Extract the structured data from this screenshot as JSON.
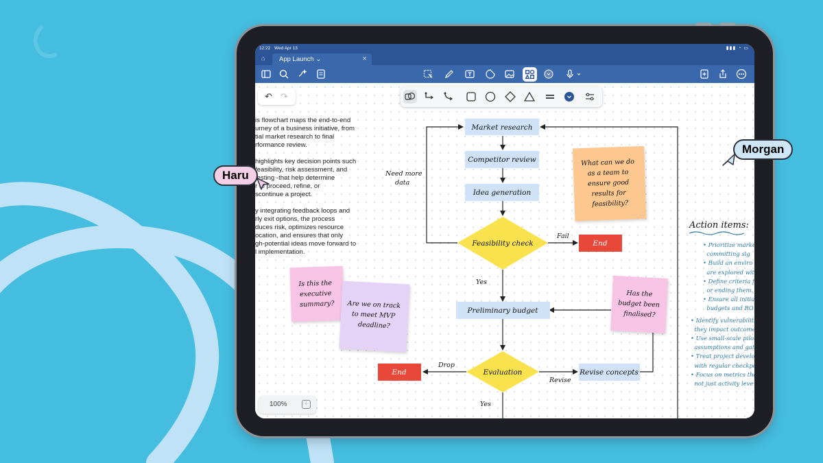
{
  "status_bar": {
    "time": "12:22",
    "date": "Wed Apr 13"
  },
  "tab": {
    "title": "App Launch",
    "close_icon": "close-icon"
  },
  "zoom": "100%",
  "description_paragraphs": [
    "is flowchart maps the end-to-end\nurney of a business initiative, from\ntial market research to final\nrformance review.",
    "highlights key decision points such\nfeasibility, risk assessment, and\n testing -that help determine\nr to proceed, refine, or\nscontinue a project.",
    "y integrating feedback loops and\nrly exit options, the process\nduces risk, optimizes resource\nocation, and ensures that only\ngh-potential ideas move forward to\nl implementation."
  ],
  "flow": {
    "market_research": "Market research",
    "competitor_review": "Competitor review",
    "idea_generation": "Idea generation",
    "feasibility_check": "Feasibility check",
    "fail_label": "Fail",
    "end_1": "End",
    "need_more_data_1": "Need more",
    "need_more_data_2": "data",
    "yes_1": "Yes",
    "preliminary_budget": "Preliminary budget",
    "evaluation": "Evaluation",
    "drop_label": "Drop",
    "end_2": "End",
    "revise_label": "Revise",
    "revise_concepts": "Revise concepts",
    "yes_2": "Yes"
  },
  "sticky_notes": {
    "orange": [
      "What can we do",
      "as a team to",
      "ensure good",
      "results for",
      "feasibility?"
    ],
    "pink_left": [
      "Is this the",
      "executive",
      "summary?"
    ],
    "purple": [
      "Are we on track",
      "to meet MVP",
      "deadline?"
    ],
    "pink_right": [
      "Has the",
      "budget been",
      "finalised?"
    ]
  },
  "action_items": {
    "title": "Action items:",
    "sub_items": [
      "Prioritize marke",
      "committing sig",
      "Build an enviro",
      "are explored wit",
      "Define criteria f",
      "or ending them.",
      "Ensure all initia",
      "budgets and RO"
    ],
    "items": [
      "Identify vulnerabilitie",
      "they impact outcome",
      "Use small-scale pilots",
      "assumptions and gat",
      "Treat project develop",
      "with regular checkpoi",
      "Focus on metrics tha",
      "not just activity leve"
    ]
  },
  "cursors": {
    "haru": {
      "name": "Haru",
      "color": "#f5cfe6"
    },
    "morgan": {
      "name": "Morgan",
      "color": "#cfe6f7"
    }
  },
  "colors": {
    "background": "#45bddf",
    "toolbar": "#3a68ad",
    "flow_box": "#cfe2f7",
    "diamond": "#fae14e",
    "end_box": "#e8483a",
    "sticky_orange": "#fcc890",
    "sticky_pink": "#f7c4e6",
    "sticky_purple": "#e4d2f7",
    "action_text": "#2c7aa6"
  },
  "toolbar_icons": [
    "sidebar-icon",
    "search-icon",
    "ai-sparkle-icon",
    "page-list-icon",
    "lasso-icon",
    "pen-icon",
    "text-box-icon",
    "sticker-icon",
    "image-icon",
    "shapes-icon",
    "color-dot-icon",
    "microphone-icon",
    "add-page-icon",
    "share-icon",
    "more-icon"
  ],
  "shape_bar_icons": [
    "shape-recognition-icon",
    "connector-elbow-icon",
    "connector-curve-icon",
    "square-icon",
    "circle-icon",
    "diamond-icon",
    "triangle-icon",
    "line-weight-icon",
    "color-picker-icon",
    "settings-sliders-icon"
  ]
}
